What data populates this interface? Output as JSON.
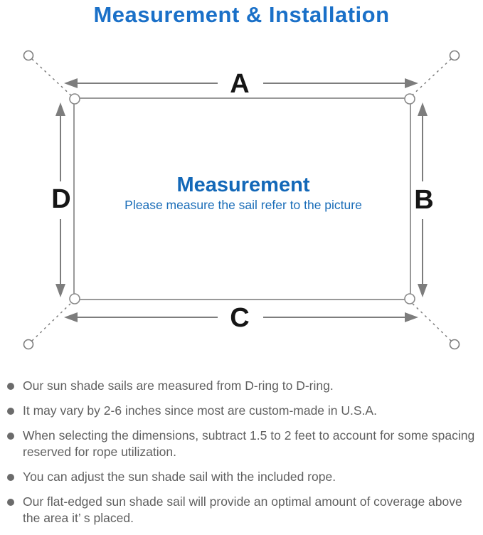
{
  "title": "Measurement & Installation",
  "diagram": {
    "labels": {
      "a": "A",
      "b": "B",
      "c": "C",
      "d": "D"
    },
    "center_heading": "Measurement",
    "center_subtitle": "Please measure the sail refer to the picture"
  },
  "colors": {
    "title_blue": "#1a70c8",
    "heading_blue": "#1368b8",
    "subtitle_blue": "#1a6db8",
    "line_gray": "#7d7d7d",
    "text_gray": "#606060",
    "bullet_gray": "#6b6b6b"
  },
  "bullets": [
    "Our sun shade sails are measured from D-ring to D-ring.",
    "It may vary by 2-6 inches since most are custom-made in U.S.A.",
    "When selecting the dimensions, subtract 1.5 to 2 feet to account for some spacing reserved for rope utilization.",
    "You can adjust the sun shade sail with the included rope.",
    "Our flat-edged sun shade sail will provide an optimal amount of coverage above the area it’ s placed."
  ]
}
